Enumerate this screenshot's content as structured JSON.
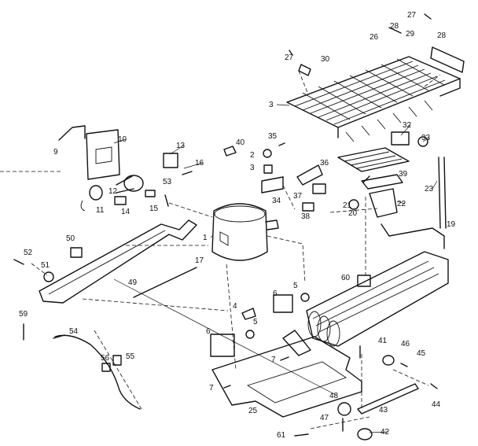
{
  "labels": [
    "1",
    "2",
    "3",
    "3",
    "4",
    "5",
    "5",
    "6",
    "6",
    "7",
    "7",
    "9",
    "10",
    "11",
    "12",
    "13",
    "14",
    "15",
    "16",
    "17",
    "19",
    "20",
    "21",
    "22",
    "23",
    "25",
    "26",
    "27",
    "27",
    "28",
    "28",
    "29",
    "30",
    "32",
    "33",
    "34",
    "35",
    "36",
    "37",
    "38",
    "39",
    "40",
    "41",
    "42",
    "43",
    "44",
    "45",
    "46",
    "47",
    "48",
    "49",
    "50",
    "51",
    "52",
    "53",
    "54",
    "55",
    "56",
    "59",
    "60",
    "61"
  ],
  "colors": {
    "ink": "#111111",
    "paper": "#ffffff"
  }
}
